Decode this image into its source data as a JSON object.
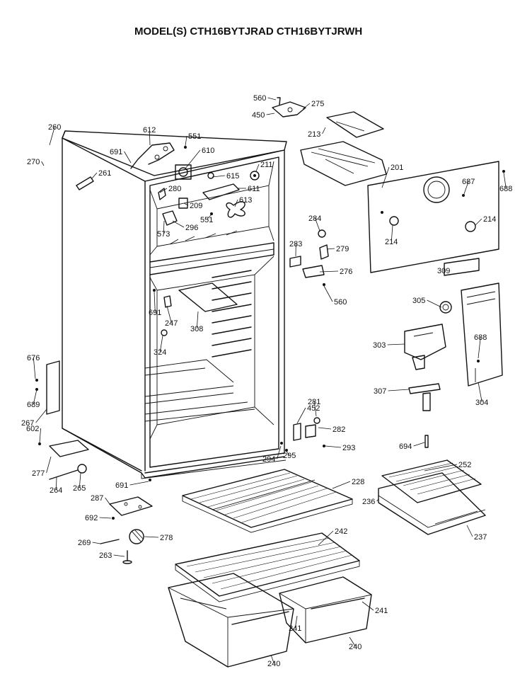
{
  "title": "MODEL(S) CTH16BYTJRAD  CTH16BYTJRWH",
  "callouts": [
    "560",
    "275",
    "450",
    "213",
    "260",
    "612",
    "551",
    "691",
    "610",
    "615",
    "211",
    "270",
    "261",
    "280",
    "611",
    "209",
    "613",
    "551",
    "573",
    "296",
    "201",
    "687",
    "688",
    "214",
    "214",
    "284",
    "283",
    "279",
    "276",
    "560",
    "309",
    "305",
    "691",
    "247",
    "308",
    "324",
    "688",
    "303",
    "307",
    "304",
    "676",
    "689",
    "267",
    "602",
    "452",
    "281",
    "282",
    "293",
    "694",
    "294",
    "295",
    "277",
    "264",
    "265",
    "691",
    "228",
    "252",
    "236",
    "237",
    "287",
    "692",
    "278",
    "269",
    "263",
    "242",
    "241",
    "241",
    "240",
    "240"
  ]
}
